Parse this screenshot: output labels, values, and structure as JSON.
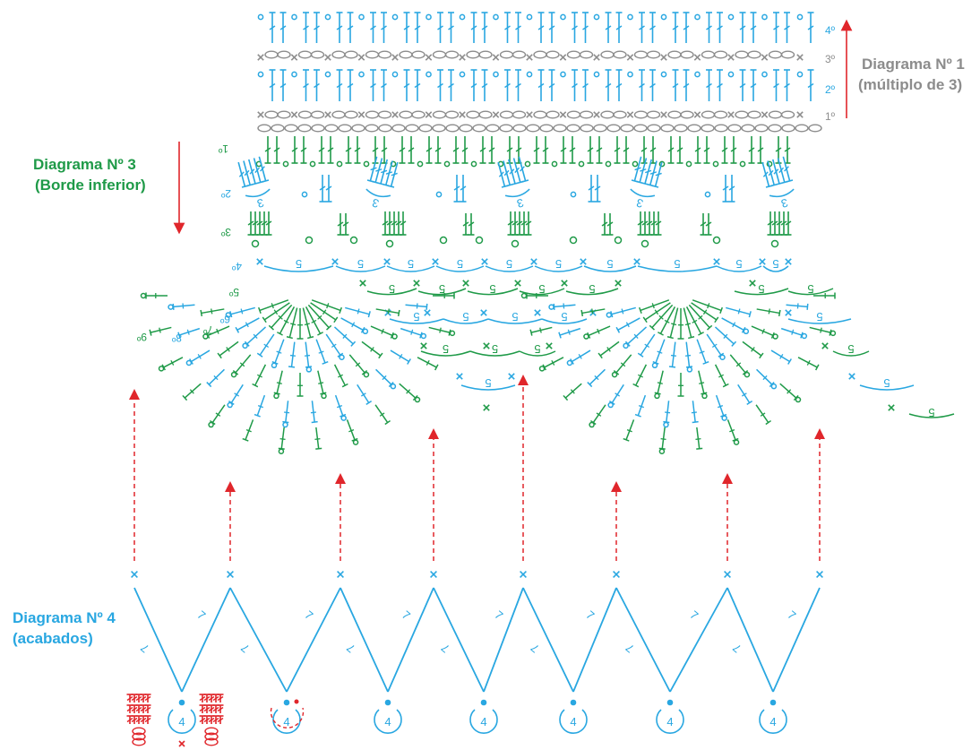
{
  "colors": {
    "gray": "#8c8c8c",
    "blue": "#29a7e1",
    "green": "#1f9a48",
    "red": "#e0262b"
  },
  "diagram1": {
    "title": "Diagrama Nº 1",
    "subtitle": "(múltiplo de 3)",
    "rows": [
      "1º",
      "2º",
      "3º",
      "4º"
    ]
  },
  "diagram3": {
    "title": "Diagrama Nº 3",
    "subtitle": "(Borde inferior)",
    "rows": [
      "1º",
      "2º",
      "3º",
      "4º",
      "5º",
      "6º",
      "7º",
      "8º",
      "9º"
    ],
    "loop_label": "5",
    "cluster_label": "3"
  },
  "diagram4": {
    "title": "Diagrama Nº 4",
    "subtitle": "(acabados)",
    "ring_label": "4",
    "chain_label": "7"
  },
  "icons": [
    "row-direction-arrow-icon",
    "ring-icon",
    "chain-stitch-icon",
    "single-crochet-icon",
    "double-crochet-icon",
    "slip-stitch-icon"
  ]
}
